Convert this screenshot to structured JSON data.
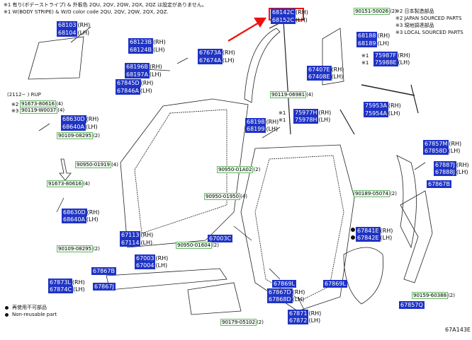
{
  "notes": {
    "top1": "※1 有り(ボデーストライプ) & 外板色 2QU, 2QV, 2QW, 2QX, 2QZ は設定がありません。",
    "top2": "※1 W(BODY STRIPE) & W/O color code 2QU, 2QV, 2QW, 2QX, 2QZ.",
    "right1": "※2 日本製造部品",
    "right2": "※2 JAPAN SOURCED PARTS",
    "right3": "※3 現地調達部品",
    "right4": "※3 LOCAL SOURCED PARTS",
    "date": "(2112−      ) RUP",
    "legend1": "再使用不可部品",
    "legend2": "Non-reusable part",
    "code": "67A143E"
  },
  "parts": [
    {
      "id": "p1",
      "code": "68142C",
      "suf": "(RH)"
    },
    {
      "id": "p2",
      "code": "68152C",
      "suf": "(LH)"
    },
    {
      "id": "p3",
      "code": "68103",
      "suf": "(RH)"
    },
    {
      "id": "p4",
      "code": "68104",
      "suf": "(LH)"
    },
    {
      "id": "p5",
      "code": "68123B",
      "suf": "(RH)"
    },
    {
      "id": "p6",
      "code": "68124B",
      "suf": "(LH)"
    },
    {
      "id": "p7",
      "code": "67673A",
      "suf": "(RH)"
    },
    {
      "id": "p8",
      "code": "67674A",
      "suf": "(LH)"
    },
    {
      "id": "p9",
      "code": "68188",
      "suf": "(RH)"
    },
    {
      "id": "p10",
      "code": "68189",
      "suf": "(LH)"
    },
    {
      "id": "p11",
      "code": "75987F",
      "suf": "(RH)"
    },
    {
      "id": "p12",
      "code": "75988E",
      "suf": "(LH)"
    },
    {
      "id": "p13",
      "code": "68196B",
      "suf": "(RH)"
    },
    {
      "id": "p14",
      "code": "68197A",
      "suf": "(LH)"
    },
    {
      "id": "p15",
      "code": "67407E",
      "suf": "(RH)"
    },
    {
      "id": "p16",
      "code": "67408E",
      "suf": "(LH)"
    },
    {
      "id": "p17",
      "code": "67845D",
      "suf": "(RH)"
    },
    {
      "id": "p18",
      "code": "67846A",
      "suf": "(LH)"
    },
    {
      "id": "p19",
      "code": "75953A",
      "suf": "(RH)"
    },
    {
      "id": "p20",
      "code": "75954A",
      "suf": "(LH)"
    },
    {
      "id": "p21",
      "code": "68630D",
      "suf": "(RH)"
    },
    {
      "id": "p22",
      "code": "68640A",
      "suf": "(LH)"
    },
    {
      "id": "p23",
      "code": "68198",
      "suf": "(RH)"
    },
    {
      "id": "p24",
      "code": "68199",
      "suf": "(LH)"
    },
    {
      "id": "p25",
      "code": "75977H",
      "suf": "(RH)"
    },
    {
      "id": "p26",
      "code": "75978H",
      "suf": "(LH)"
    },
    {
      "id": "p27",
      "code": "67857M",
      "suf": "(RH)"
    },
    {
      "id": "p28",
      "code": "67858D",
      "suf": "(LH)"
    },
    {
      "id": "p29",
      "code": "67887J",
      "suf": "(RH)"
    },
    {
      "id": "p30",
      "code": "67888J",
      "suf": "(LH)"
    },
    {
      "id": "p31",
      "code": "67867B",
      "suf": ""
    },
    {
      "id": "p32",
      "code": "68630D",
      "suf": "(RH)"
    },
    {
      "id": "p33",
      "code": "68640A",
      "suf": "(LH)"
    },
    {
      "id": "p34",
      "code": "67113",
      "suf": "(RH)"
    },
    {
      "id": "p35",
      "code": "67114",
      "suf": "(LH)"
    },
    {
      "id": "p36",
      "code": "67003C",
      "suf": ""
    },
    {
      "id": "p37",
      "code": "67841E",
      "suf": "(RH)"
    },
    {
      "id": "p38",
      "code": "67842E",
      "suf": "(LH)"
    },
    {
      "id": "p39",
      "code": "67003",
      "suf": "(RH)"
    },
    {
      "id": "p40",
      "code": "67004",
      "suf": "(LH)"
    },
    {
      "id": "p41",
      "code": "67867B",
      "suf": ""
    },
    {
      "id": "p42",
      "code": "67873L",
      "suf": "(RH)"
    },
    {
      "id": "p43",
      "code": "67874C",
      "suf": "(LH)"
    },
    {
      "id": "p44",
      "code": "67867J",
      "suf": ""
    },
    {
      "id": "p45",
      "code": "67869L",
      "suf": ""
    },
    {
      "id": "p46",
      "code": "67869L",
      "suf": ""
    },
    {
      "id": "p47",
      "code": "67867D",
      "suf": "(RH)"
    },
    {
      "id": "p48",
      "code": "67868D",
      "suf": "(LH)"
    },
    {
      "id": "p49",
      "code": "67871",
      "suf": "(RH)"
    },
    {
      "id": "p50",
      "code": "67872",
      "suf": "(LH)"
    },
    {
      "id": "p51",
      "code": "67857Q",
      "suf": ""
    }
  ],
  "generic_parts": [
    {
      "id": "g1",
      "code": "90151-50026",
      "suf": "(2)"
    },
    {
      "id": "g2",
      "code": "91673-80616",
      "suf": "(4)"
    },
    {
      "id": "g3",
      "code": "90119-W0037",
      "suf": "(4)"
    },
    {
      "id": "g4",
      "code": "90119-06981",
      "suf": "(4)"
    },
    {
      "id": "g5",
      "code": "90109-08295",
      "suf": "(2)"
    },
    {
      "id": "g6",
      "code": "90950-01919",
      "suf": "(4)"
    },
    {
      "id": "g7",
      "code": "90950-01A02",
      "suf": "(2)"
    },
    {
      "id": "g8",
      "code": "91673-80616",
      "suf": "(4)"
    },
    {
      "id": "g9",
      "code": "90950-01950",
      "suf": "(4)"
    },
    {
      "id": "g10",
      "code": "90189-05074",
      "suf": "(2)"
    },
    {
      "id": "g11",
      "code": "90109-08295",
      "suf": "(2)"
    },
    {
      "id": "g12",
      "code": "90950-01604",
      "suf": "(2)"
    },
    {
      "id": "g13",
      "code": "90159-60388",
      "suf": "(2)"
    },
    {
      "id": "g14",
      "code": "90179-05102",
      "suf": "(2)"
    }
  ],
  "markers": {
    "m1": "※1",
    "m2": "※1",
    "m3": "※2",
    "m4": "※3",
    "m5": "※1",
    "m6": "※1"
  }
}
